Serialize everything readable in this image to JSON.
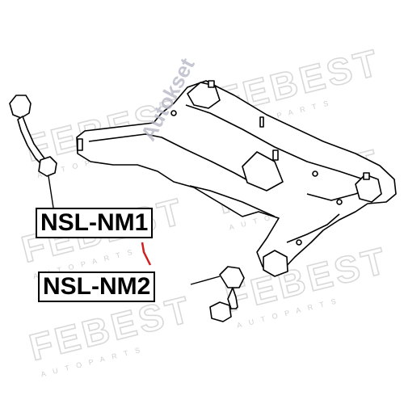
{
  "watermark": {
    "brand": "FEBEST",
    "sub": "AUTOPARTS"
  },
  "stamp": {
    "text": "Autokset"
  },
  "parts": [
    {
      "label": "NSL-NM1"
    },
    {
      "label": "NSL-NM2"
    }
  ],
  "colors": {
    "line": "#000000",
    "watermark": "#d9d9d9",
    "accent": "#d02020"
  }
}
